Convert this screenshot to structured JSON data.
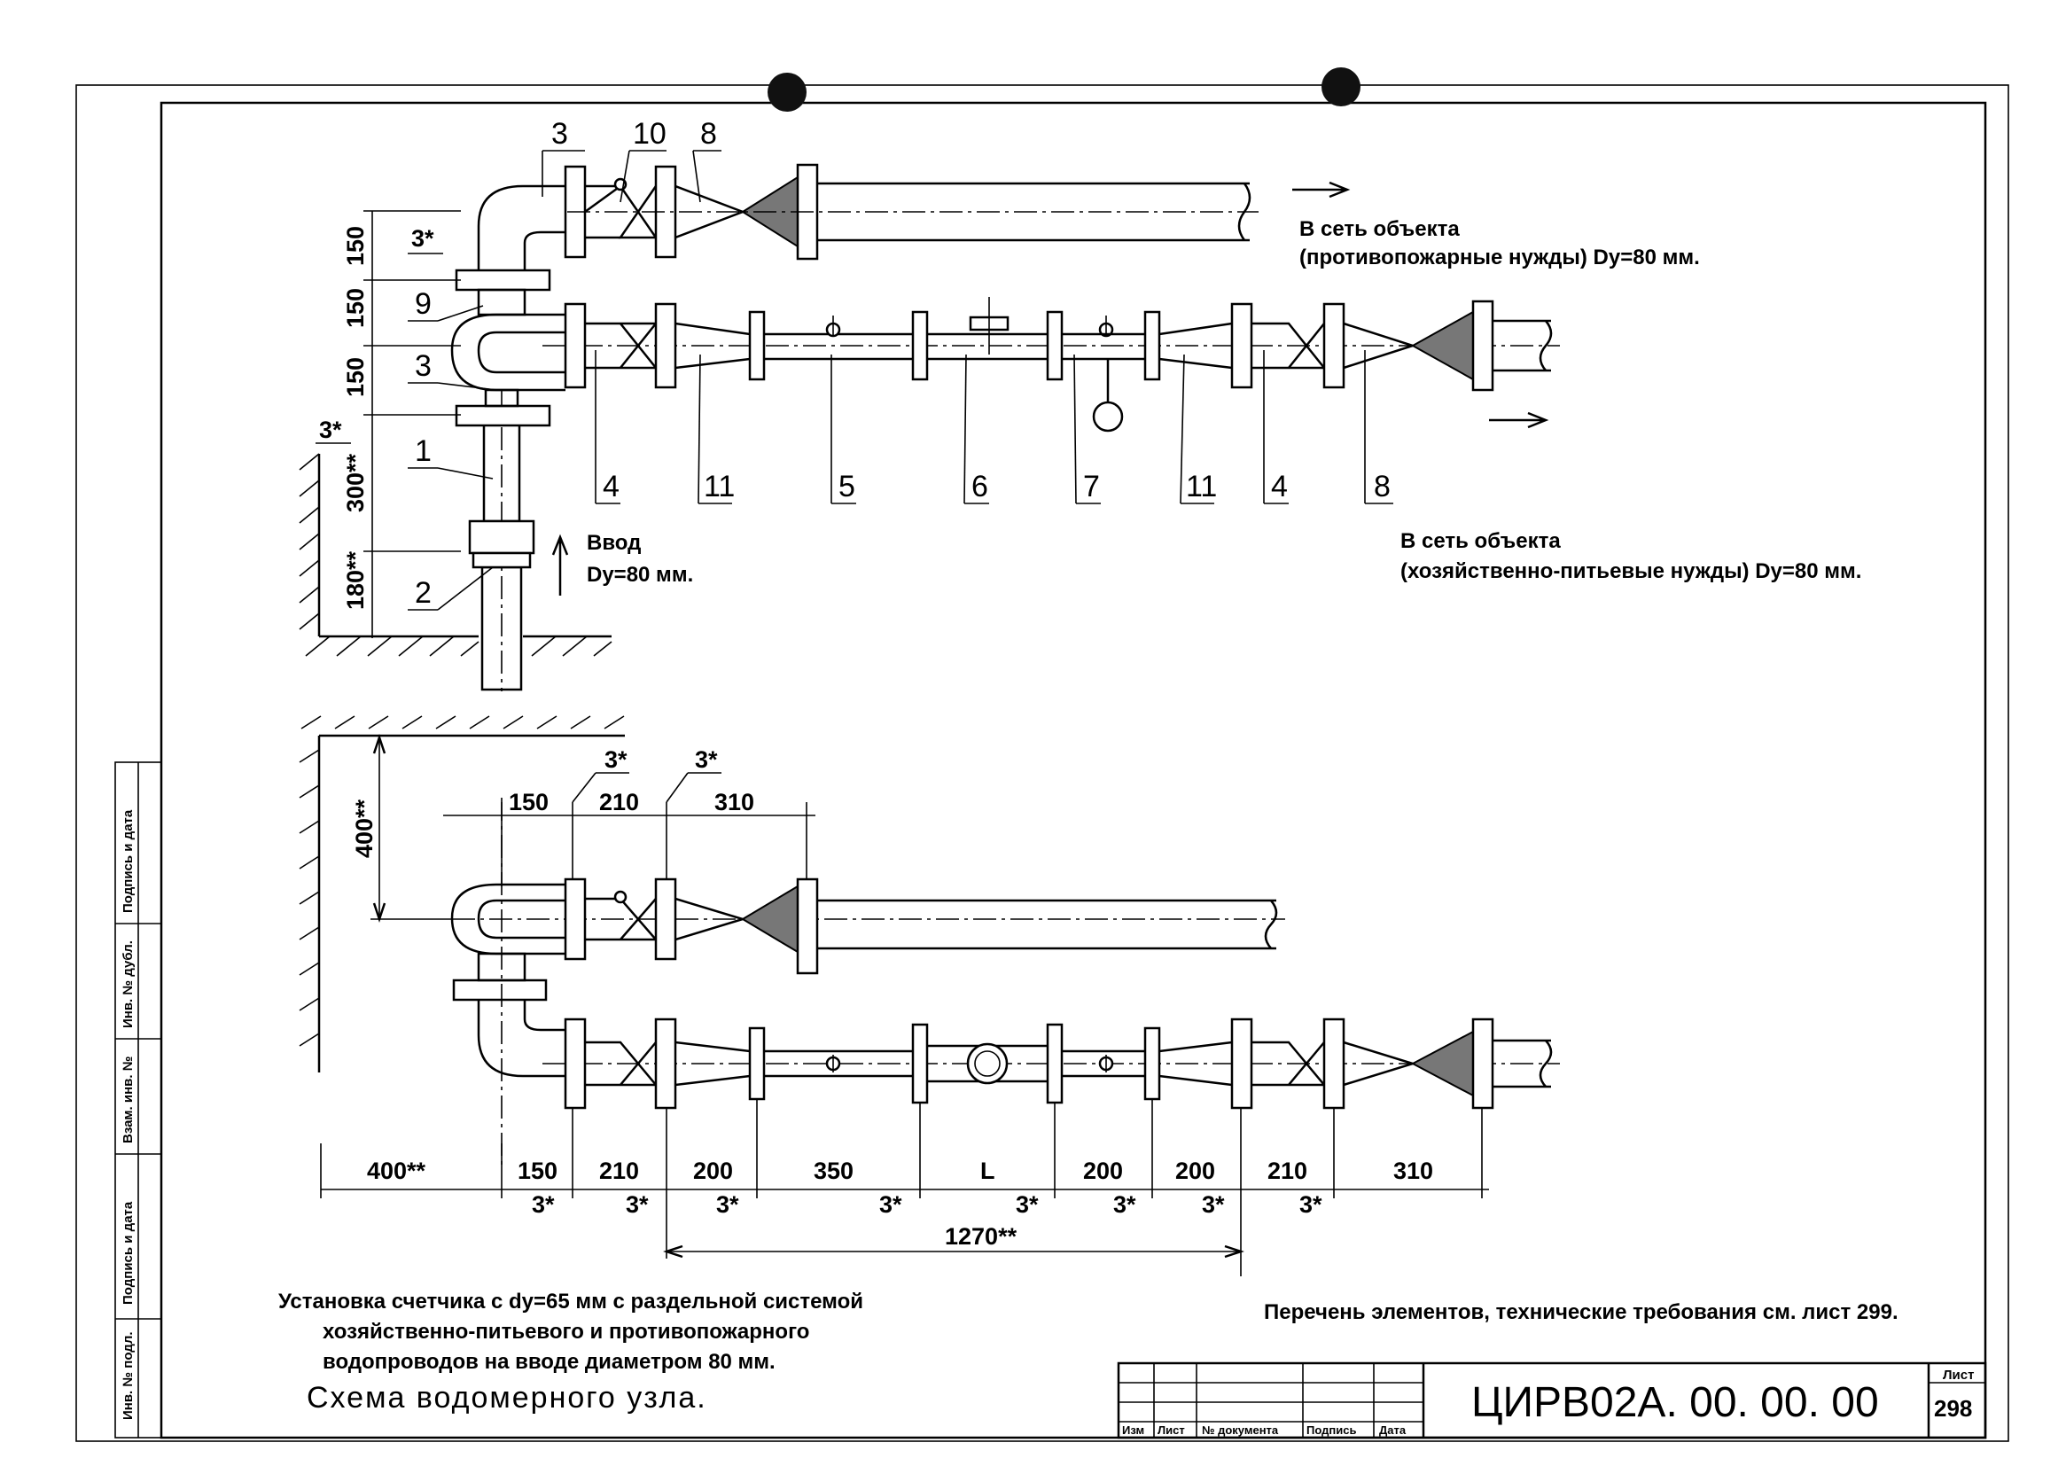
{
  "drawing": {
    "title": "Схема водомерного узла.",
    "caption_lines": [
      "Установка счетчика с dy=65 мм с раздельной системой",
      "хозяйственно-питьевого и противопожарного",
      "водопроводов на вводе диаметром 80 мм."
    ],
    "reference_note": "Перечень элементов, технические требования см. лист 299.",
    "doc_code": "ЦИРВ02А. 00. 00. 00",
    "sheet_label": "Лист",
    "sheet_number": "298",
    "stamp_columns": [
      "Изм",
      "Лист",
      "№ документа",
      "Подпись",
      "Дата"
    ],
    "side_stamp": [
      "Инв. № подл.",
      "Подпись и дата",
      "Взам. инв. №",
      "Инв. № дубл.",
      "Подпись и дата"
    ]
  },
  "top_view": {
    "inlet_label": "Ввод",
    "inlet_dn": "Dy=80 мм.",
    "outlet_fire_line1": "В сеть объекта",
    "outlet_fire_line2": "(противопожарные нужды) Dy=80 мм.",
    "outlet_domestic_line1": "В сеть объекта",
    "outlet_domestic_line2": "(хозяйственно-питьевые нужды) Dy=80 мм.",
    "callouts_top": [
      "3",
      "10",
      "8"
    ],
    "callouts_left": [
      "9",
      "3",
      "1",
      "2"
    ],
    "callouts_bottom": [
      "4",
      "11",
      "5",
      "6",
      "7",
      "11",
      "4",
      "8"
    ],
    "vertical_dims": [
      "150",
      "150",
      "150",
      "300**",
      "180**"
    ],
    "gap_marks": [
      "3*",
      "3*"
    ]
  },
  "bottom_view": {
    "top_dims": [
      "150",
      "210",
      "310"
    ],
    "top_gap_marks": [
      "3*",
      "3*"
    ],
    "vertical_dim": "400**",
    "bottom_dims": [
      "400**",
      "150",
      "210",
      "200",
      "350",
      "L",
      "200",
      "200",
      "210",
      "310"
    ],
    "bottom_gap_marks": [
      "3*",
      "3*",
      "3*",
      "3*",
      "3*",
      "3*",
      "3*",
      "3*"
    ],
    "total_dim": "1270**"
  }
}
